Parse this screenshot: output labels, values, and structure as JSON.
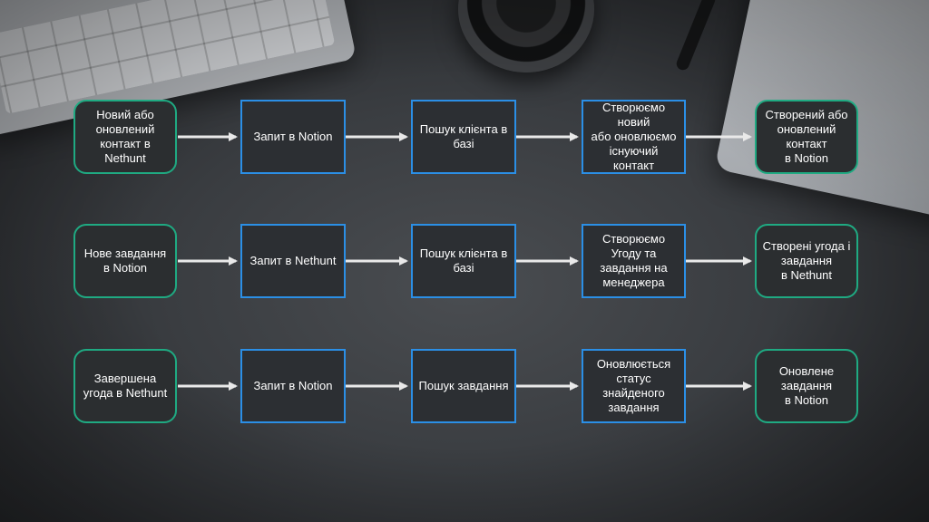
{
  "colors": {
    "start_end_border": "#1faa82",
    "process_border": "#2b8fe6",
    "arrow": "#e9e9e9",
    "text": "#ffffff"
  },
  "rows": [
    {
      "nodes": [
        "Новий або\nоновлений\nконтакт в\nNethunt",
        "Запит в Notion",
        "Пошук клієнта в\nбазі",
        "Створюємо\nновий\nабо оновлюємо\nіснуючий контакт",
        "Створений або\nоновлений\nконтакт\nв Notion"
      ]
    },
    {
      "nodes": [
        "Нове завдання\nв Notion",
        "Запит в Nethunt",
        "Пошук клієнта в\nбазі",
        "Створюємо\nУгоду та\nзавдання на\nменеджера",
        "Створені угода і\nзавдання\nв Nethunt"
      ]
    },
    {
      "nodes": [
        "Завершена\nугода в Nethunt",
        "Запит в Notion",
        "Пошук завдання",
        "Оновлюється\nстатус\nзнайденого\nзавдання",
        "Оновлене\nзавдання\nв Notion"
      ]
    }
  ]
}
